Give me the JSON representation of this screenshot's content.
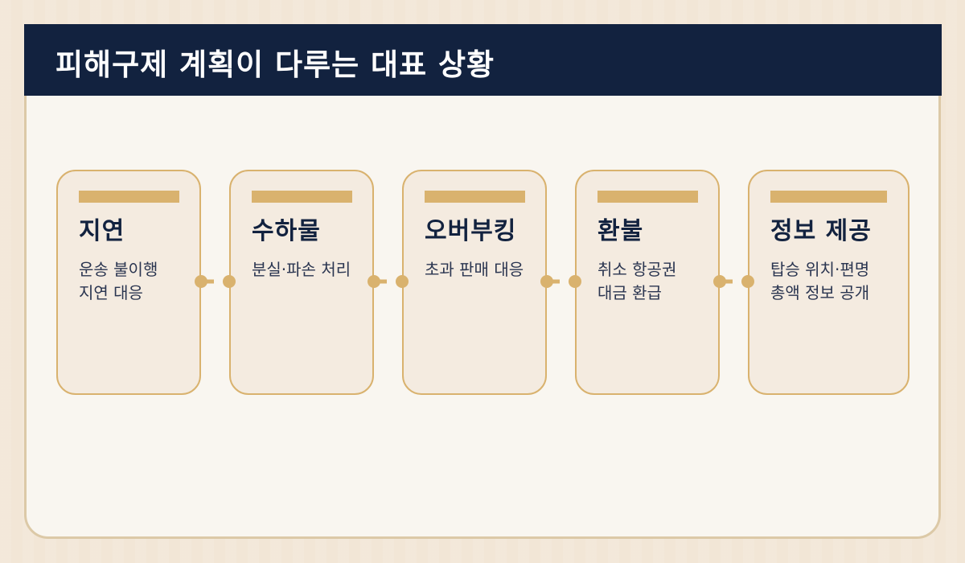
{
  "title": "피해구제 계획이 다루는 대표 상황",
  "cards": [
    {
      "title": "지연",
      "lines": [
        "운송 불이행",
        "지연 대응"
      ]
    },
    {
      "title": "수하물",
      "lines": [
        "분실·파손 처리"
      ]
    },
    {
      "title": "오버부킹",
      "lines": [
        "초과 판매 대응"
      ]
    },
    {
      "title": "환불",
      "lines": [
        "취소 항공권",
        "대금 환급"
      ]
    },
    {
      "title": "정보 제공",
      "lines": [
        "탑승 위치·편명",
        "총액 정보 공개"
      ]
    }
  ],
  "colors": {
    "header": "#12223f",
    "accent": "#d9b26e",
    "card_bg": "#f4ebe0",
    "panel_bg": "#f9f6f0"
  }
}
